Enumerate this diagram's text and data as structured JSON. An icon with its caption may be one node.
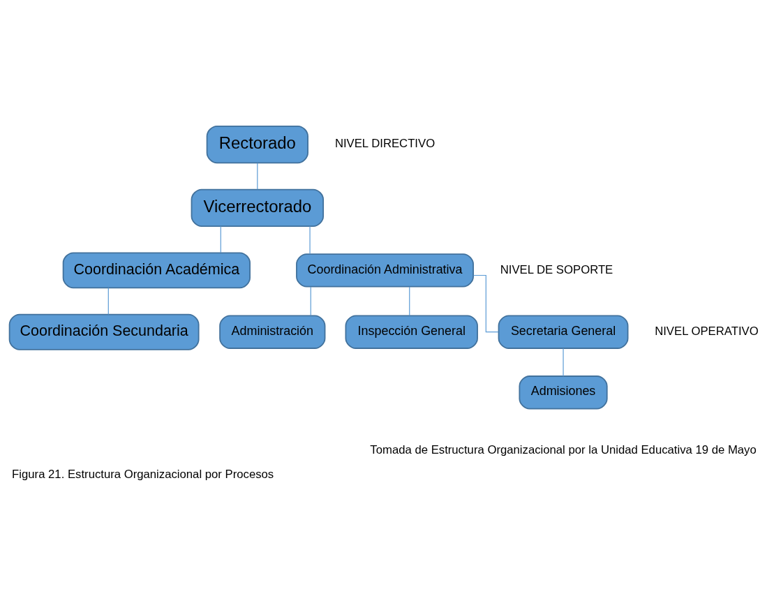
{
  "diagram": {
    "caption": "Figura 21. Estructura Organizacional por Procesos",
    "nodes": [
      {
        "text": [
          "Rectorado"
        ]
      },
      {
        "text": [
          "Vicerrectorado"
        ]
      },
      {
        "text": [
          "Coordinación Académica"
        ]
      },
      {
        "text": [
          "Coordinación Secundaria"
        ]
      },
      {
        "text": [
          "Coordinación Administrativa"
        ]
      },
      {
        "text": [
          "Administración"
        ]
      },
      {
        "text": [
          "Inspección General"
        ]
      },
      {
        "text": [
          "Secretaria General"
        ]
      },
      {
        "text": [
          "Admisiones"
        ]
      }
    ],
    "edges": [
      {
        "from": 0,
        "to": 1,
        "arrow": "none"
      },
      {
        "from": 1,
        "to": 2,
        "arrow": "none"
      },
      {
        "from": 1,
        "to": 4,
        "arrow": "none"
      },
      {
        "from": 2,
        "to": 3,
        "arrow": "none"
      },
      {
        "from": 4,
        "to": 5,
        "arrow": "none"
      },
      {
        "from": 4,
        "to": 6,
        "arrow": "none"
      },
      {
        "from": 4,
        "to": 7,
        "arrow": "none"
      },
      {
        "from": 7,
        "to": 8,
        "arrow": "none"
      }
    ],
    "labels": [
      "NIVEL DIRECTIVO",
      "NIVEL DE SOPORTE",
      "NIVEL OPERATIVO",
      "Tomada de Estructura Organizacional por la Unidad Educativa 19 de Mayo"
    ]
  }
}
